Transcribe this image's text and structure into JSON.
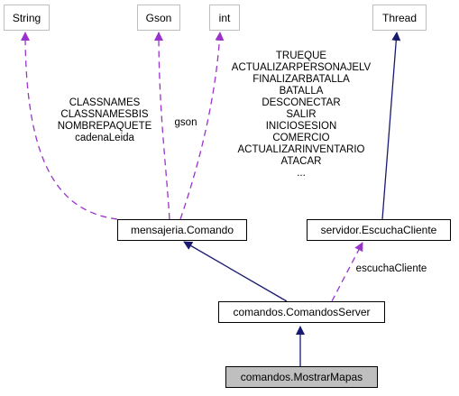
{
  "colors": {
    "inherit": "#191970",
    "usage": "#9a32cd",
    "ext_border": "#bfbfbf",
    "focus_fill": "#bfbfbf"
  },
  "nodes": {
    "string": "String",
    "gson": "Gson",
    "int": "int",
    "thread": "Thread",
    "comando": "mensajeria.Comando",
    "escucha": "servidor.EscuchaCliente",
    "server": "comandos.ComandosServer",
    "mostrar": "comandos.MostrarMapas"
  },
  "edge_labels": {
    "string": [
      "CLASSNAMES",
      "CLASSNAMESBIS",
      "NOMBREPAQUETE",
      "cadenaLeida"
    ],
    "gson": [
      "gson"
    ],
    "int": [
      "TRUEQUE",
      "ACTUALIZARPERSONAJELV",
      "FINALIZARBATALLA",
      "BATALLA",
      "DESCONECTAR",
      "SALIR",
      "INICIOSESION",
      "COMERCIO",
      "ACTUALIZARINVENTARIO",
      "ATACAR",
      "..."
    ],
    "escucha": [
      "escuchaCliente"
    ]
  }
}
